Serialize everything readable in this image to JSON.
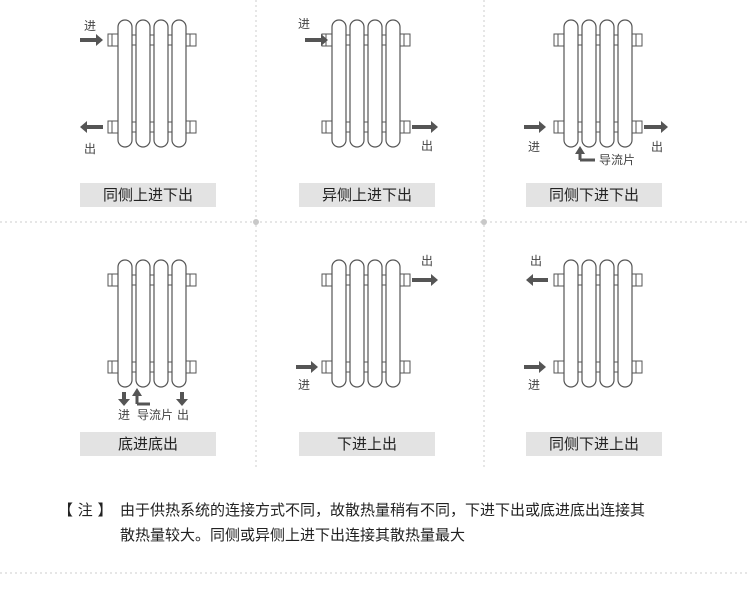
{
  "panels": [
    {
      "caption": "同侧上进下出",
      "labels": [
        "进",
        "出"
      ]
    },
    {
      "caption": "异侧上进下出",
      "labels": [
        "进",
        "出"
      ]
    },
    {
      "caption": "同侧下进下出",
      "labels": [
        "进",
        "出",
        "导流片"
      ]
    },
    {
      "caption": "底进底出",
      "labels": [
        "进",
        "导流片",
        "出"
      ]
    },
    {
      "caption": "下进上出",
      "labels": [
        "出",
        "进"
      ]
    },
    {
      "caption": "同侧下进上出",
      "labels": [
        "出",
        "进"
      ]
    }
  ],
  "note": {
    "tag": "【 注 】",
    "line1": "由于供热系统的连接方式不同，故散热量稍有不同，下进下出或底进底出连接其",
    "line2": "散热量较大。同侧或异侧上进下出连接其散热量最大"
  },
  "colors": {
    "stroke": "#555555",
    "arrow": "#555555",
    "caption_bg": "#e3e3e3",
    "divider": "#cccccc"
  }
}
